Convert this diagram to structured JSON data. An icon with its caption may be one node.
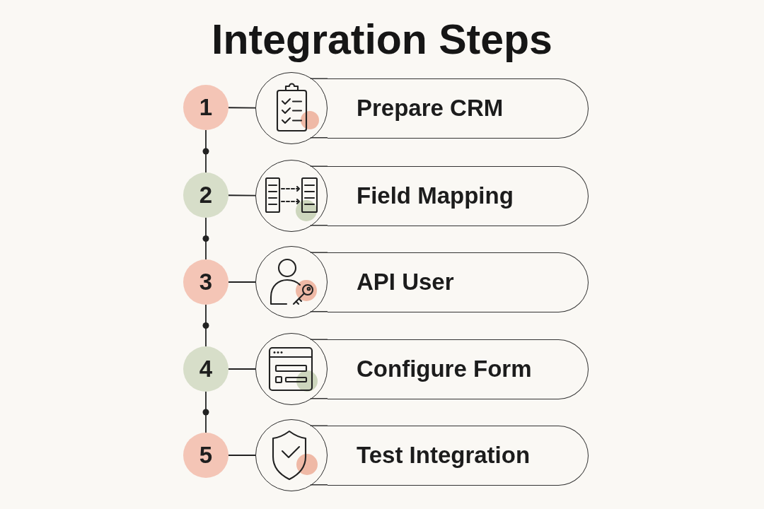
{
  "diagram": {
    "title": "Integration Steps",
    "nodes": [
      {
        "text": [
          "1"
        ]
      },
      {
        "text": [],
        "shape": "picture"
      },
      {
        "text": [
          "Prepare CRM"
        ]
      },
      {
        "text": [
          "2"
        ]
      },
      {
        "text": [],
        "shape": "picture"
      },
      {
        "text": [
          "Field Mapping"
        ]
      },
      {
        "text": [
          "3"
        ]
      },
      {
        "text": [],
        "shape": "picture"
      },
      {
        "text": [
          "API User"
        ]
      },
      {
        "text": [
          "4"
        ]
      },
      {
        "text": [],
        "shape": "picture"
      },
      {
        "text": [
          "Configure Form"
        ]
      },
      {
        "text": [
          "5"
        ]
      },
      {
        "text": [],
        "shape": "picture"
      },
      {
        "text": [
          "Test Integration"
        ]
      }
    ],
    "edges": [
      {
        "from": 0,
        "to": 1,
        "arrow": "none"
      },
      {
        "from": 0,
        "to": 3,
        "arrow": "none"
      },
      {
        "from": 3,
        "to": 4,
        "arrow": "none"
      },
      {
        "from": 3,
        "to": 6,
        "arrow": "none"
      },
      {
        "from": 6,
        "to": 7,
        "arrow": "none"
      },
      {
        "from": 6,
        "to": 9,
        "arrow": "none"
      },
      {
        "from": 9,
        "to": 10,
        "arrow": "none"
      },
      {
        "from": 9,
        "to": 12,
        "arrow": "none"
      },
      {
        "from": 12,
        "to": 13,
        "arrow": "none"
      }
    ]
  }
}
